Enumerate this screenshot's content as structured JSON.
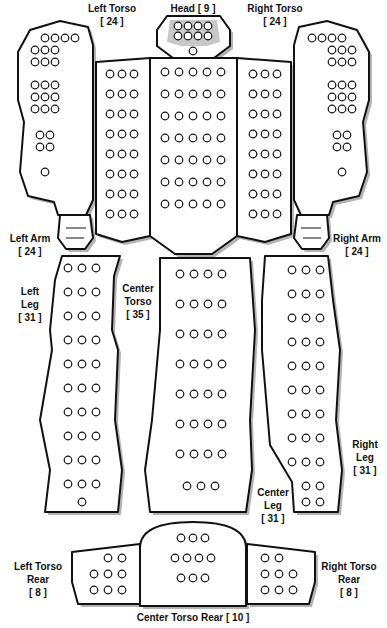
{
  "diagram": {
    "labels": [
      "Left Torso",
      "[ 24 ]",
      "Head [ 9 ]",
      "Right Torso",
      "[ 24 ]",
      "Left Arm",
      "[ 24 ]",
      "Right Arm",
      "[ 24 ]",
      "Left Leg",
      "[ 31 ]",
      "Center Torso",
      "[ 35 ]",
      "Right Leg",
      "[ 31 ]",
      "Center Leg",
      "[ 31 ]",
      "Left Torso Rear",
      "[ 8 ]",
      "Right Torso Rear",
      "[ 8 ]",
      "Center Torso Rear [ 10 ]"
    ]
  }
}
